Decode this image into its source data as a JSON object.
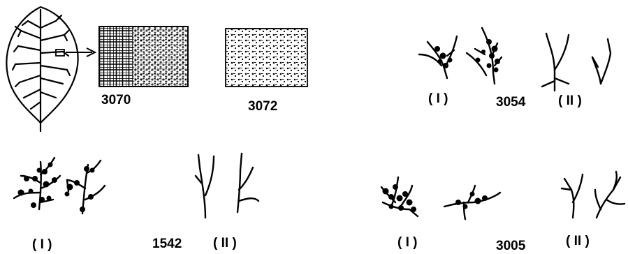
{
  "labels": {
    "sample_a": "3070",
    "sample_b": "3072",
    "sample_c": "3054",
    "sample_d": "1542",
    "sample_e": "3005",
    "group_i": "( I )",
    "group_ii": "( II )"
  },
  "colors": {
    "ink": "#000000",
    "paper": "#ffffff"
  }
}
